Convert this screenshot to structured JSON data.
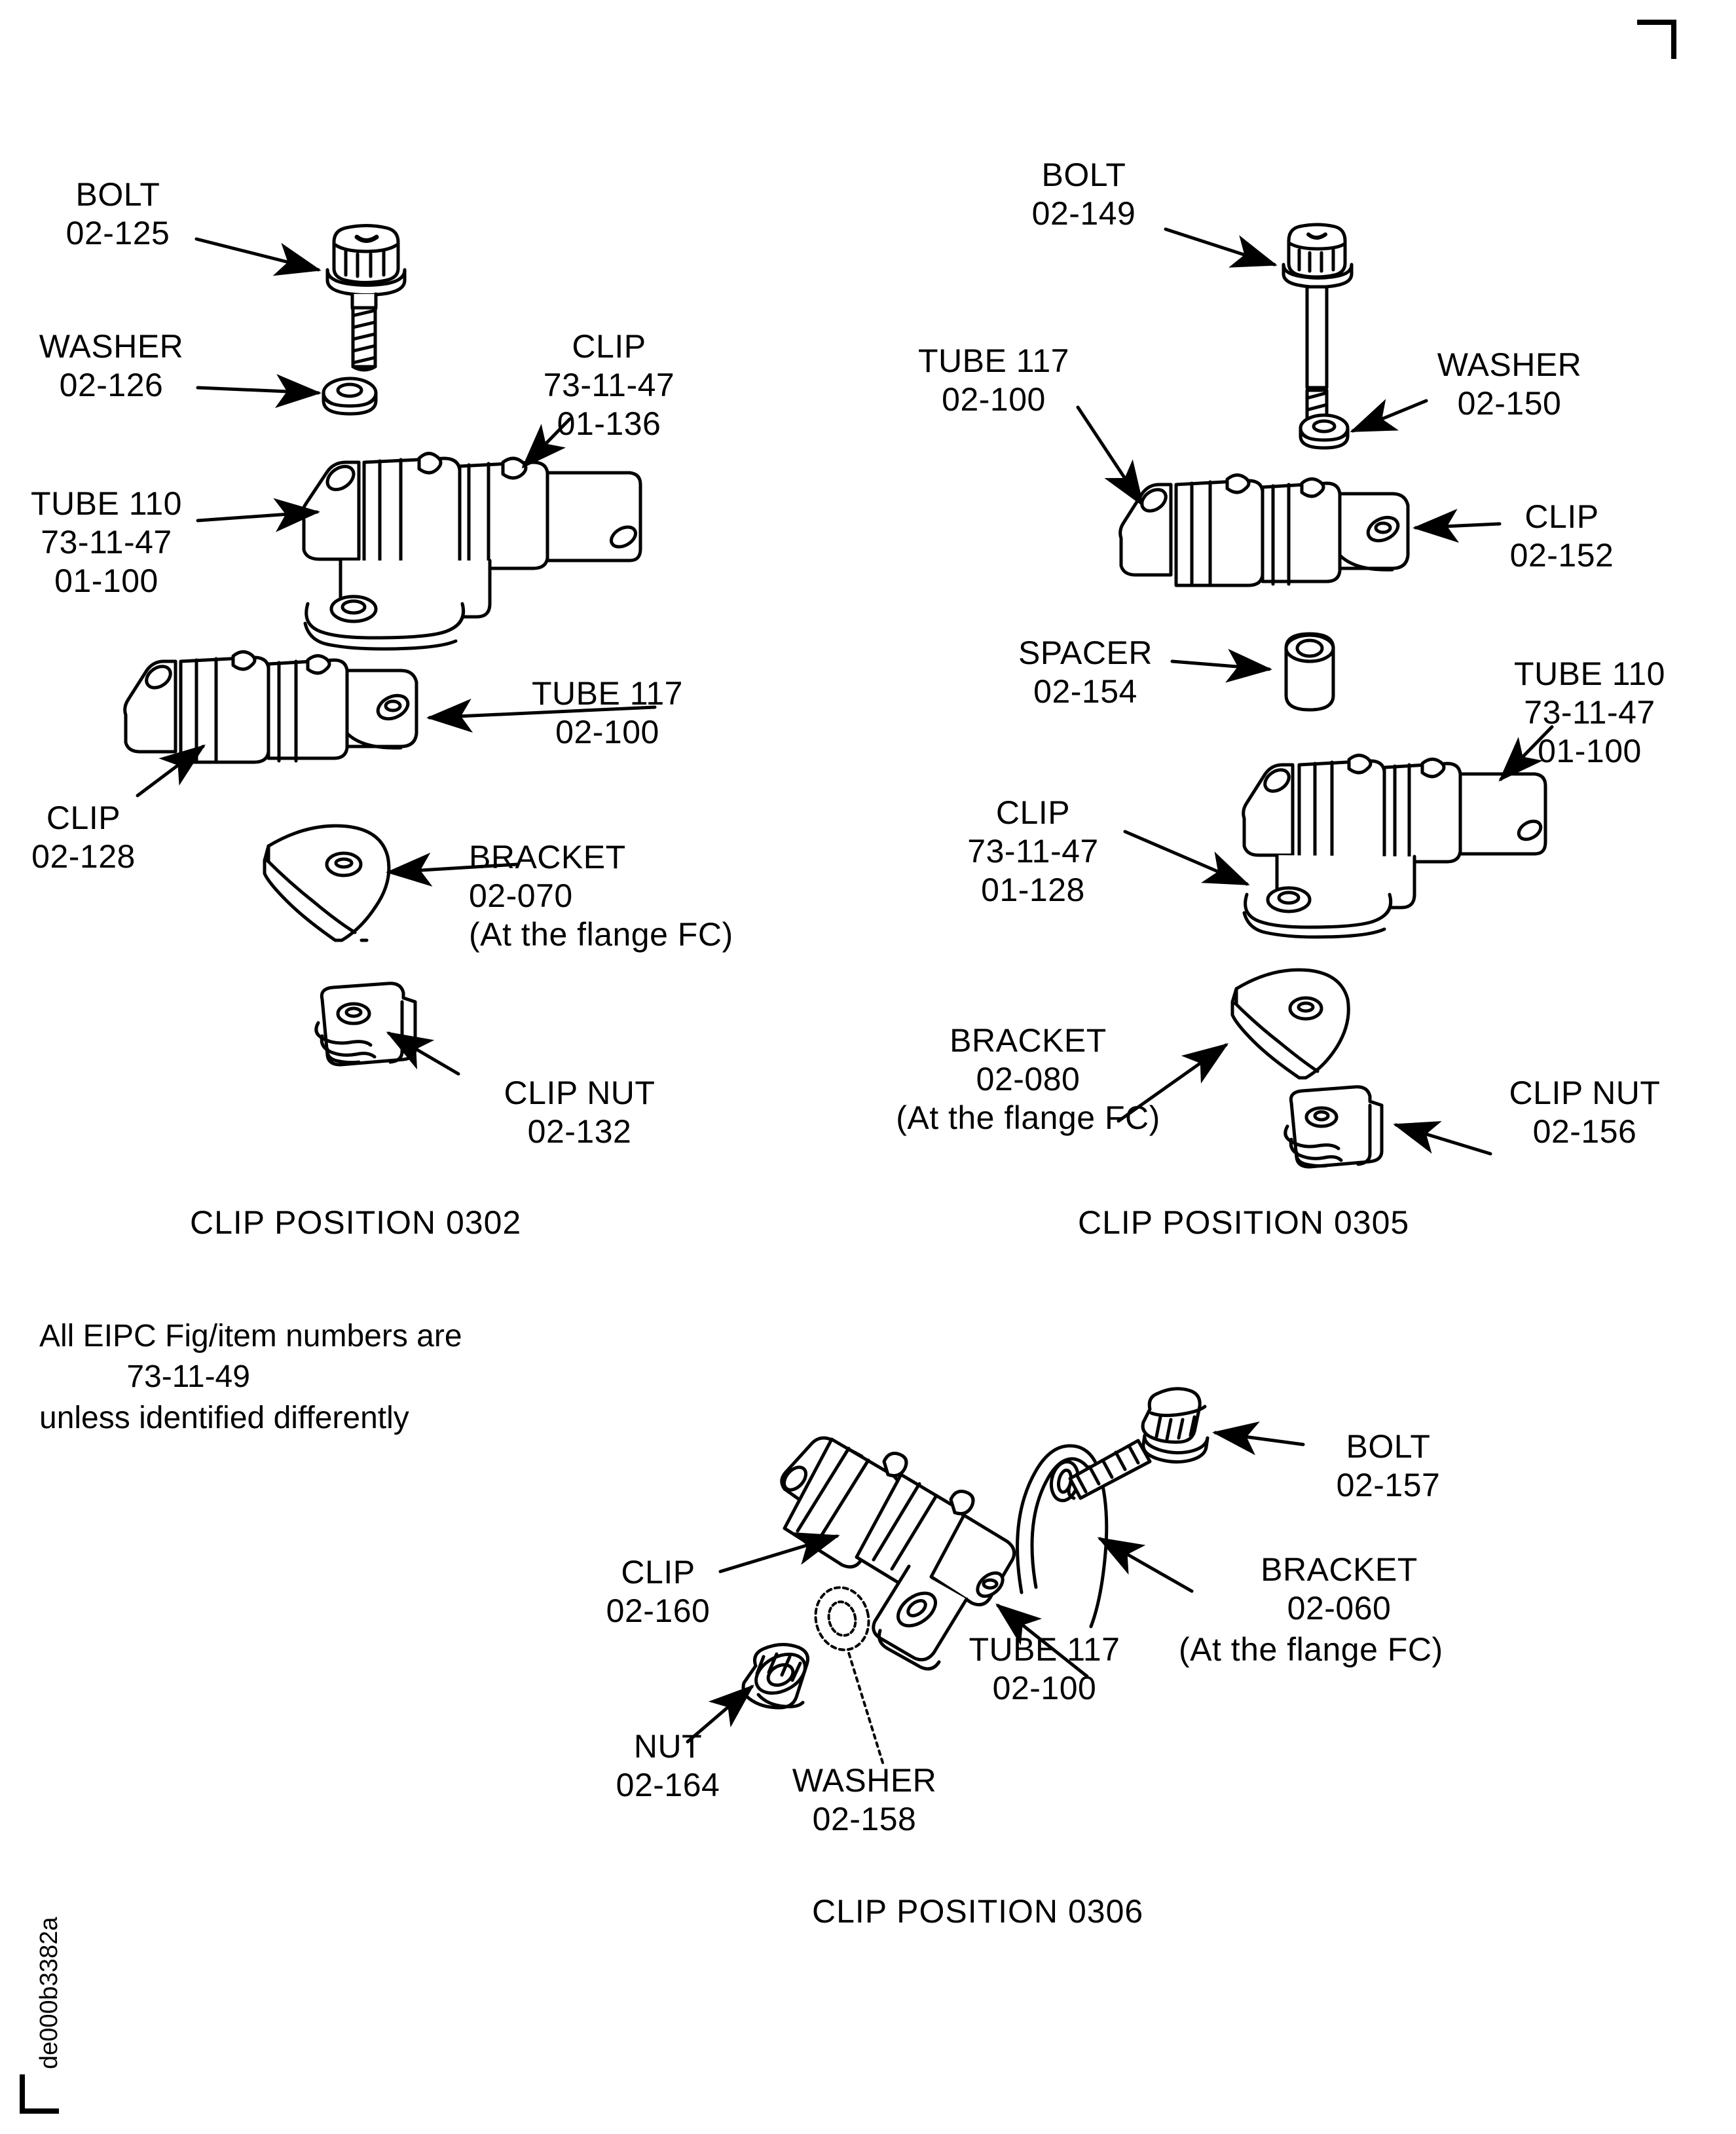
{
  "document": {
    "id_text": "de000b3382a",
    "note_lines": [
      "All EIPC Fig/item numbers are",
      "73-11-49",
      "unless identified differently"
    ]
  },
  "sections": [
    {
      "key": "pos_0302",
      "caption": "CLIP POSITION 0302",
      "labels": [
        {
          "key": "bolt",
          "lines": [
            "BOLT",
            "02-125"
          ]
        },
        {
          "key": "washer",
          "lines": [
            "WASHER",
            "02-126"
          ]
        },
        {
          "key": "clip",
          "lines": [
            "CLIP",
            "73-11-47",
            "01-136"
          ]
        },
        {
          "key": "tube110",
          "lines": [
            "TUBE 110",
            "73-11-47",
            "01-100"
          ]
        },
        {
          "key": "tube117",
          "lines": [
            "TUBE 117",
            "02-100"
          ]
        },
        {
          "key": "clip2",
          "lines": [
            "CLIP",
            "02-128"
          ]
        },
        {
          "key": "bracket",
          "lines": [
            "BRACKET",
            "02-070",
            "(At the flange FC)"
          ]
        },
        {
          "key": "clipnut",
          "lines": [
            "CLIP NUT",
            "02-132"
          ]
        }
      ]
    },
    {
      "key": "pos_0305",
      "caption": "CLIP POSITION 0305",
      "labels": [
        {
          "key": "bolt",
          "lines": [
            "BOLT",
            "02-149"
          ]
        },
        {
          "key": "tube117",
          "lines": [
            "TUBE 117",
            "02-100"
          ]
        },
        {
          "key": "washer",
          "lines": [
            "WASHER",
            "02-150"
          ]
        },
        {
          "key": "clip",
          "lines": [
            "CLIP",
            "02-152"
          ]
        },
        {
          "key": "spacer",
          "lines": [
            "SPACER",
            "02-154"
          ]
        },
        {
          "key": "tube110",
          "lines": [
            "TUBE 110",
            "73-11-47",
            "01-100"
          ]
        },
        {
          "key": "clip2",
          "lines": [
            "CLIP",
            "73-11-47",
            "01-128"
          ]
        },
        {
          "key": "bracket",
          "lines": [
            "BRACKET",
            "02-080",
            "(At the flange FC)"
          ]
        },
        {
          "key": "clipnut",
          "lines": [
            "CLIP NUT",
            "02-156"
          ]
        }
      ]
    },
    {
      "key": "pos_0306",
      "caption": "CLIP POSITION 0306",
      "labels": [
        {
          "key": "bolt",
          "lines": [
            "BOLT",
            "02-157"
          ]
        },
        {
          "key": "clip",
          "lines": [
            "CLIP",
            "02-160"
          ]
        },
        {
          "key": "bracket",
          "lines": [
            "BRACKET",
            "02-060",
            "(At the flange FC)"
          ]
        },
        {
          "key": "tube117",
          "lines": [
            "TUBE 117",
            "02-100"
          ]
        },
        {
          "key": "nut",
          "lines": [
            "NUT",
            "02-164"
          ]
        },
        {
          "key": "washer",
          "lines": [
            "WASHER",
            "02-158"
          ]
        }
      ]
    }
  ],
  "text": {
    "s1_bolt": "BOLT\n02-125",
    "s1_washer": "WASHER\n02-126",
    "s1_clip": "CLIP\n73-11-47\n01-136",
    "s1_tube110": "TUBE 110\n73-11-47\n01-100",
    "s1_tube117": "TUBE 117\n02-100",
    "s1_clip2": "CLIP\n02-128",
    "s1_bracket": "BRACKET\n02-070\n(At the flange FC)",
    "s1_clipnut": "CLIP NUT\n02-132",
    "s1_caption": "CLIP POSITION 0302",
    "s2_bolt": "BOLT\n02-149",
    "s2_tube117": "TUBE 117\n02-100",
    "s2_washer": "WASHER\n02-150",
    "s2_clip": "CLIP\n02-152",
    "s2_spacer": "SPACER\n02-154",
    "s2_tube110": "TUBE 110\n73-11-47\n01-100",
    "s2_clip2": "CLIP\n73-11-47\n01-128",
    "s2_bracket": "BRACKET\n02-080\n(At the flange FC)",
    "s2_clipnut": "CLIP NUT\n02-156",
    "s2_caption": "CLIP POSITION 0305",
    "s3_bolt": "BOLT\n02-157",
    "s3_clip": "CLIP\n02-160",
    "s3_bracket": "BRACKET\n02-060",
    "s3_bracket_note": "(At the flange FC)",
    "s3_tube117": "TUBE 117\n02-100",
    "s3_nut": "NUT\n02-164",
    "s3_washer": "WASHER\n02-158",
    "s3_caption": "CLIP POSITION 0306",
    "note": "All EIPC Fig/item numbers are\n          73-11-49\nunless identified differently",
    "doc_id": "de000b3382a"
  },
  "colors": {
    "ink": "#000000",
    "paper": "#ffffff"
  }
}
